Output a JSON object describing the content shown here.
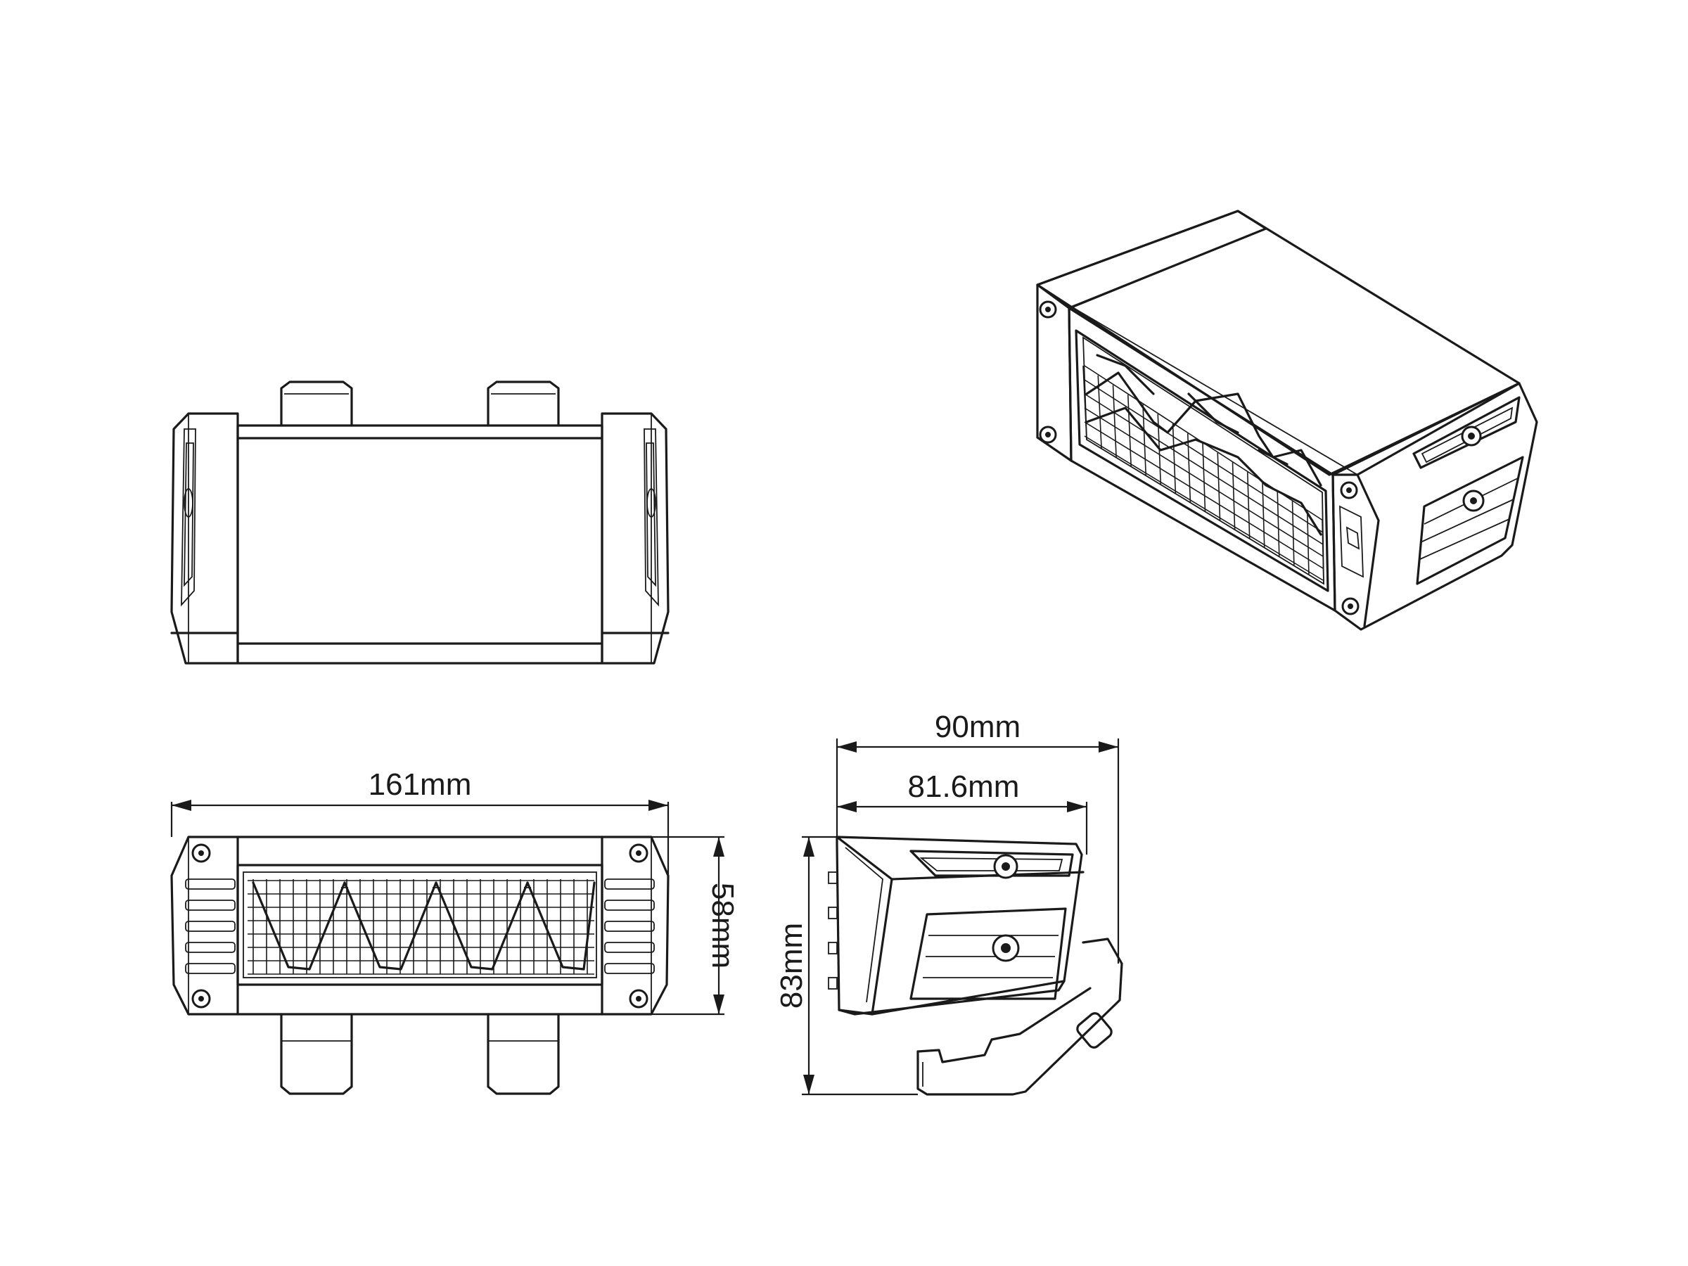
{
  "views": {
    "top": "top-view",
    "front": "front-view",
    "side": "side-view",
    "iso": "isometric-view"
  },
  "dimensions": {
    "width": "161mm",
    "height": "58mm",
    "depth_total": "90mm",
    "depth_body": "81.6mm",
    "total_height": "83mm"
  },
  "colors": {
    "line": "#1a1a1a",
    "background": "#ffffff"
  }
}
